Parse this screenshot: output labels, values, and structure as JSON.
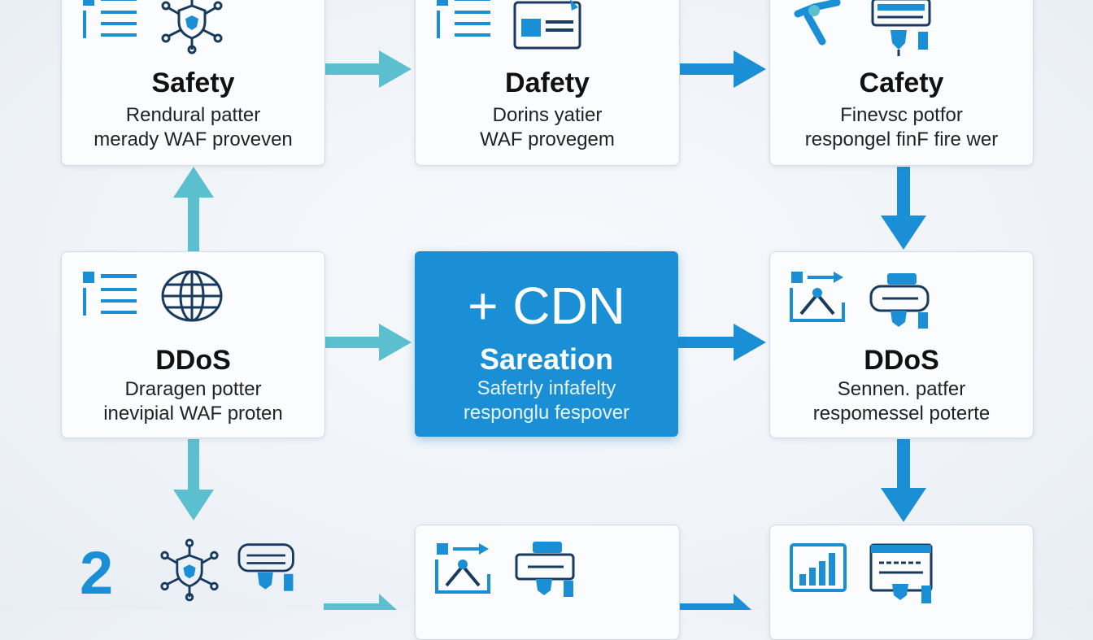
{
  "colors": {
    "accent": "#1a8fd6",
    "teal": "#5bbfcf",
    "navy": "#173a5e",
    "box_border": "#d5dbe3"
  },
  "boxes": [
    {
      "title": "Safety",
      "line1": "Rendural patter",
      "line2": "merady WAF proveven",
      "icons": [
        "list-icon",
        "shield-network-icon"
      ]
    },
    {
      "title": "Dafety",
      "line1": "Dorins yatier",
      "line2": "WAF provegem",
      "icons": [
        "list-icon",
        "browser-window-icon"
      ]
    },
    {
      "title": "Cafety",
      "line1": "Finevsc potfor",
      "line2": "respongel finF fire wer",
      "icons": [
        "network-nodes-icon",
        "shield-server-icon"
      ]
    },
    {
      "title": "DDoS",
      "line1": "Draragen potter",
      "line2": "inevipial WAF proten",
      "icons": [
        "list-icon",
        "globe-icon"
      ]
    },
    {
      "title": "DDoS",
      "line1": "Sennen. patfer",
      "line2": "respomessel poterte",
      "icons": [
        "upload-chart-icon",
        "shield-server-icon"
      ]
    }
  ],
  "center": {
    "heading": "+ CDN",
    "title": "Sareation",
    "line1": "Safetrly infafelty",
    "line2": "responglu fespover"
  },
  "bottom": {
    "number": "2",
    "icons_left": [
      "shield-network-icon",
      "shield-server-icon"
    ],
    "icons_mid": [
      "upload-chart-icon",
      "shield-server-icon"
    ],
    "icons_right": [
      "bar-chart-icon",
      "browser-window-icon"
    ]
  }
}
